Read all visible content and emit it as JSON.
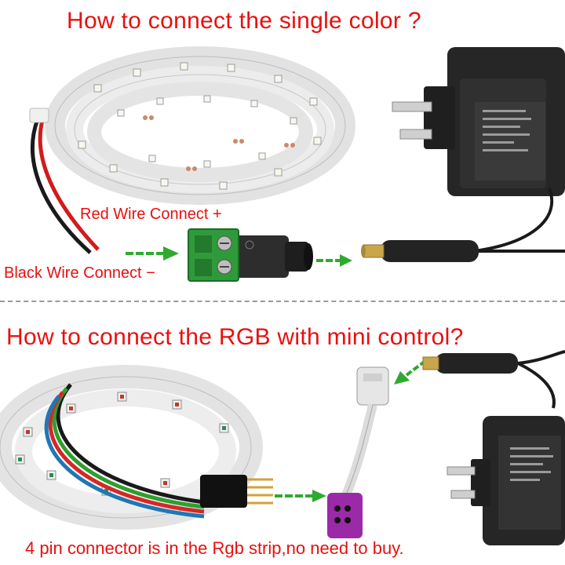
{
  "single_color": {
    "title": "How to connect the single color ?",
    "red_label": "Red Wire Connect +",
    "black_label": "Black Wire Connect −"
  },
  "rgb": {
    "title": "How to connect the RGB with mini control?",
    "footer": "4 pin connector is in the Rgb strip,no need to buy."
  },
  "colors": {
    "text_red": "#e8100f",
    "arrow_green": "#2faa2f",
    "connector_green": "#2f9a3a"
  }
}
